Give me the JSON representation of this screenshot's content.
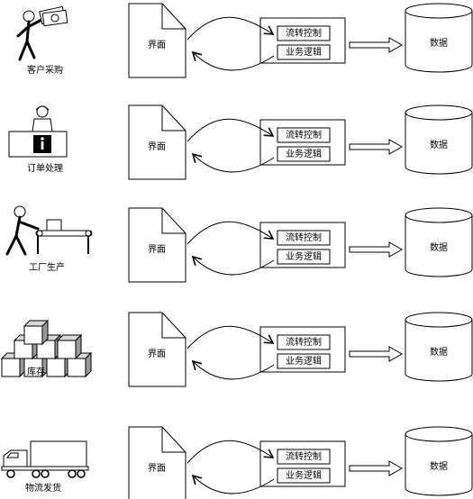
{
  "rows": [
    {
      "actor": "客户采购",
      "actor_icon": "shopper-icon",
      "page": "界面",
      "control": "流转控制",
      "logic": "业务逻辑",
      "store": "数据"
    },
    {
      "actor": "订单处理",
      "actor_icon": "clerk-desk-icon",
      "page": "界面",
      "control": "流转控制",
      "logic": "业务逻辑",
      "store": "数据"
    },
    {
      "actor": "工厂生产",
      "actor_icon": "factory-worker-icon",
      "page": "界面",
      "control": "流转控制",
      "logic": "业务逻辑",
      "store": "数据"
    },
    {
      "actor": "库存",
      "actor_icon": "warehouse-boxes-icon",
      "page": "界面",
      "control": "流转控制",
      "logic": "业务逻辑",
      "store": "数据"
    },
    {
      "actor": "物流发货",
      "actor_icon": "truck-icon",
      "page": "界面",
      "control": "流转控制",
      "logic": "业务逻辑",
      "store": "数据"
    }
  ]
}
